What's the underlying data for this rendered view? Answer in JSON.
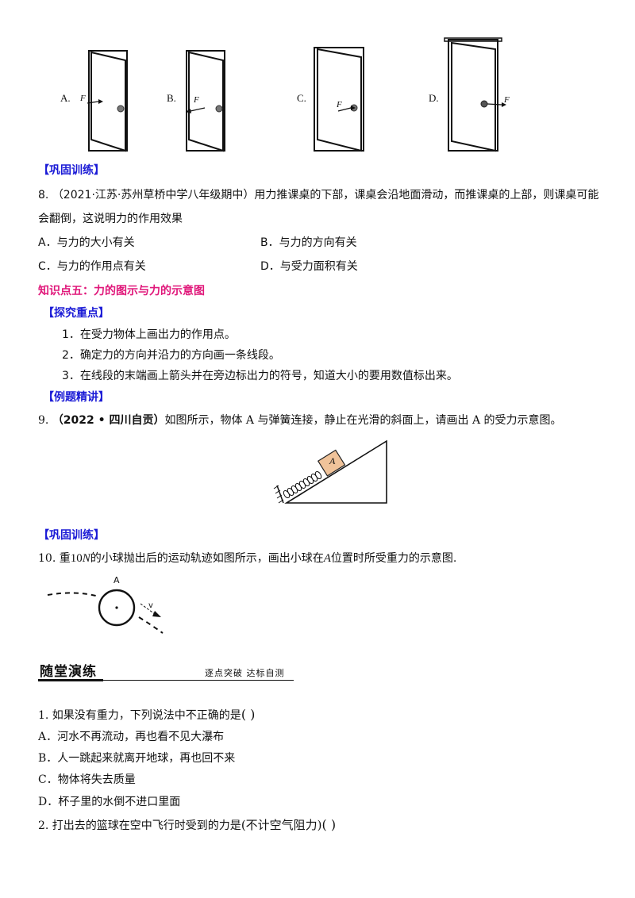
{
  "doors": {
    "a_label": "A.",
    "b_label": "B.",
    "c_label": "C.",
    "d_label": "D.",
    "force": "F"
  },
  "section_consolidate_1": "【巩固训练】",
  "q8": {
    "number": "8.",
    "source": "（2021·江苏·苏州草桥中学八年级期中）",
    "stem_line1": "用力推课桌的下部，课桌会沿地面滑动，而推课桌的上部，则课桌可能",
    "stem_line2": "会翻倒，这说明力的作用效果",
    "options": [
      "A．与力的大小有关",
      "B．与力的方向有关",
      "C．与力的作用点有关",
      "D．与受力面积有关"
    ]
  },
  "knowledge_point": "知识点五：力的图示与力的示意图",
  "section_explore": "【探究重点】",
  "explore_steps": [
    "1．在受力物体上画出力的作用点。",
    "2．确定力的方向并沿力的方向画一条线段。",
    "3．在线段的末端画上箭头并在旁边标出力的符号，知道大小的要用数值标出来。"
  ],
  "section_example": "【例题精讲】",
  "q9": {
    "number": "9.",
    "source": "（2022 • 四川自贡）",
    "stem": "如图所示，物体 A 与弹簧连接，静止在光滑的斜面上，请画出 A 的受力示意图。",
    "block_label": "A"
  },
  "section_consolidate_2": "【巩固训练】",
  "q10": {
    "number": "10.",
    "stem_pre": "重",
    "stem_value": "10",
    "stem_unit": "N",
    "stem_mid": "的小球抛出后的运动轨迹如图所示，画出小球在",
    "stem_point": "A",
    "stem_post": "位置时所受重力的示意图.",
    "ball_label": "A",
    "velocity_label": "v"
  },
  "practice": {
    "title": "随堂演练",
    "subtitle": "逐点突破  达标自测"
  },
  "p1": {
    "stem": "1. 如果没有重力，下列说法中不正确的是",
    "paren": "( )",
    "options": [
      "A．河水不再流动，再也看不见大瀑布",
      "B．人一跳起来就离开地球，再也回不来",
      "C．物体将失去质量",
      "D．杯子里的水倒不进口里面"
    ]
  },
  "p2": {
    "stem": "2. 打出去的篮球在空中飞行时受到的力是",
    "paren1": "(不计空气阻力)",
    "paren2": "( )"
  }
}
